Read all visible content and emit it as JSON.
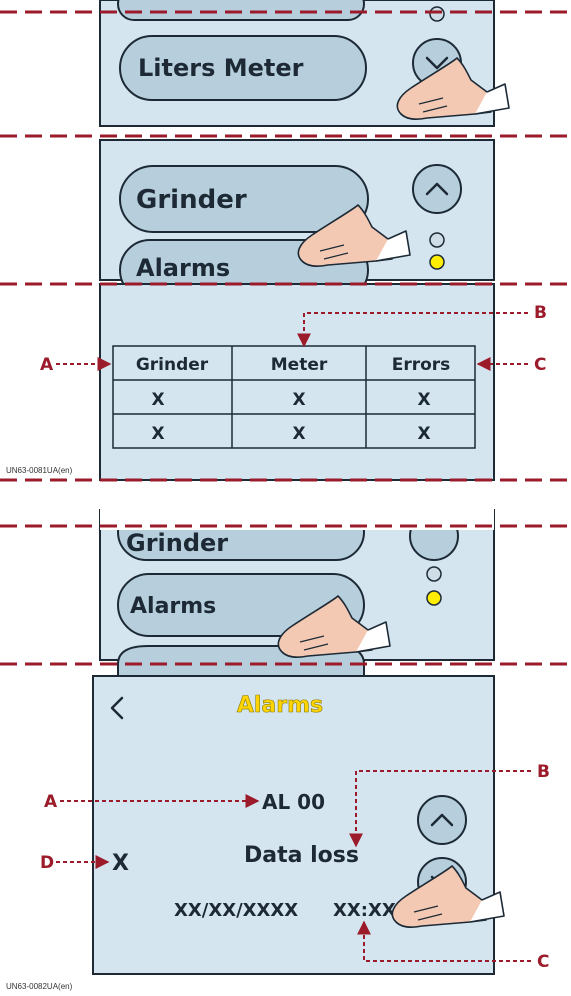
{
  "colors": {
    "panel_fill": "#d4e5ef",
    "button_fill": "#b7cfdd",
    "outline": "#1d2a36",
    "callout": "#9b1b2a",
    "title_yellow": "#ffd400",
    "indicator_yellow": "#ffee00"
  },
  "panel1": {
    "button_label": "Liters Meter"
  },
  "panel2": {
    "button1_label": "Grinder",
    "button2_label": "Alarms"
  },
  "panel3": {
    "table": {
      "headers": [
        "Grinder",
        "Meter",
        "Errors"
      ],
      "rows": [
        [
          "X",
          "X",
          "X"
        ],
        [
          "X",
          "X",
          "X"
        ]
      ]
    },
    "callouts": {
      "a": "A",
      "b": "B",
      "c": "C"
    },
    "caption": "UN63-0081UA(en)"
  },
  "panel4": {
    "button0_label": "Grinder",
    "button1_label": "Alarms"
  },
  "panel5": {
    "title": "Alarms",
    "alarm_code": "AL 00",
    "alarm_text": "Data loss",
    "date": "XX/XX/XXXX",
    "time": "XX:XX",
    "status": "X",
    "callouts": {
      "a": "A",
      "b": "B",
      "c": "C",
      "d": "D"
    },
    "caption": "UN63-0082UA(en)"
  },
  "icons": {
    "back": "chevron-left-icon",
    "up": "chevron-up-icon",
    "down": "chevron-down-icon",
    "hand": "pointing-hand-icon",
    "indicator": "indicator-light-icon"
  }
}
